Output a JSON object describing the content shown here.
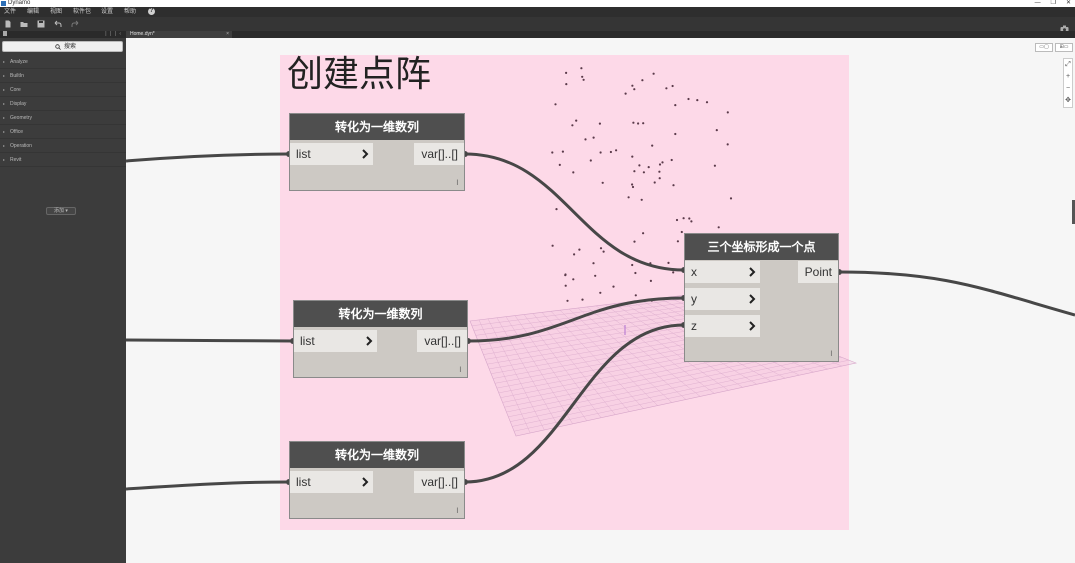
{
  "window": {
    "title": "Dynamo",
    "controls": [
      "—",
      "❐",
      "✕"
    ]
  },
  "menu": [
    "文件",
    "编辑",
    "视图",
    "软件包",
    "设置",
    "帮助"
  ],
  "toolbar": [
    "new",
    "open",
    "save",
    "undo",
    "redo"
  ],
  "library": {
    "search_placeholder": "搜索",
    "items": [
      "Analyze",
      "BuiltIn",
      "Core",
      "Display",
      "Geometry",
      "Office",
      "Operation",
      "Revit"
    ],
    "add_button": "添加 ▾"
  },
  "tab": {
    "label": "Home.dyn*",
    "close": "×"
  },
  "canvas": {
    "group_title": "创建点阵",
    "view_buttons": [
      "▭▢",
      "⊞▭"
    ],
    "zoom_buttons": [
      "⤢",
      "+",
      "−",
      "✥"
    ]
  },
  "nodes": [
    {
      "title": "转化为一维数列",
      "inputs": [
        "list"
      ],
      "outputs": [
        "var[]..[]"
      ],
      "lacing": "l"
    },
    {
      "title": "转化为一维数列",
      "inputs": [
        "list"
      ],
      "outputs": [
        "var[]..[]"
      ],
      "lacing": "l"
    },
    {
      "title": "转化为一维数列",
      "inputs": [
        "list"
      ],
      "outputs": [
        "var[]..[]"
      ],
      "lacing": "l"
    },
    {
      "title": "三个坐标形成一个点",
      "inputs": [
        "x",
        "y",
        "z"
      ],
      "outputs": [
        "Point"
      ],
      "lacing": "l"
    }
  ],
  "colors": {
    "group": "#fdd9e8",
    "node_header": "#4f4f4f",
    "node_body": "#cdc9c4",
    "wire": "#4a4a4a",
    "library": "#3c3c3c"
  }
}
